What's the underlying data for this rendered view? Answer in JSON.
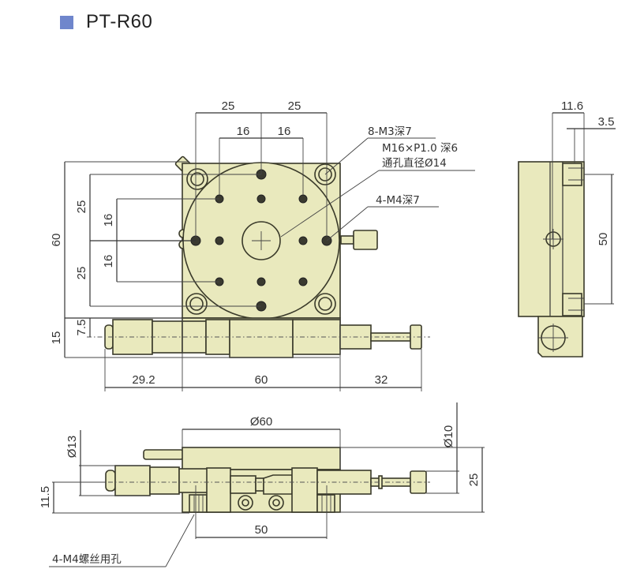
{
  "title": {
    "label": "PT-R60",
    "marker_color": "#6f86cc"
  },
  "colors": {
    "body_fill": "#e9e9bd",
    "outline": "#3a3a2a",
    "dimension_line": "#333333"
  },
  "top_view": {
    "dims_top": [
      "25",
      "25",
      "16",
      "16"
    ],
    "dims_left": [
      "60",
      "25",
      "16",
      "16",
      "25"
    ],
    "dims_micrometer": [
      "15",
      "7.5"
    ],
    "dims_bottom": [
      "29.2",
      "60",
      "32"
    ],
    "callouts": [
      {
        "id": "c1",
        "text": "8-M3深7"
      },
      {
        "id": "c2",
        "text": "M16×P1.0 深6"
      },
      {
        "id": "c3",
        "text": "通孔直径Ø14"
      },
      {
        "id": "c4",
        "text": "4-M4深7"
      }
    ]
  },
  "side_view": {
    "dims": [
      "11.6",
      "3.5",
      "50"
    ]
  },
  "front_view": {
    "dims": [
      "Ø60",
      "Ø13",
      "11.5",
      "Ø10",
      "25",
      "50"
    ],
    "callout": "4-M4螺丝用孔"
  }
}
